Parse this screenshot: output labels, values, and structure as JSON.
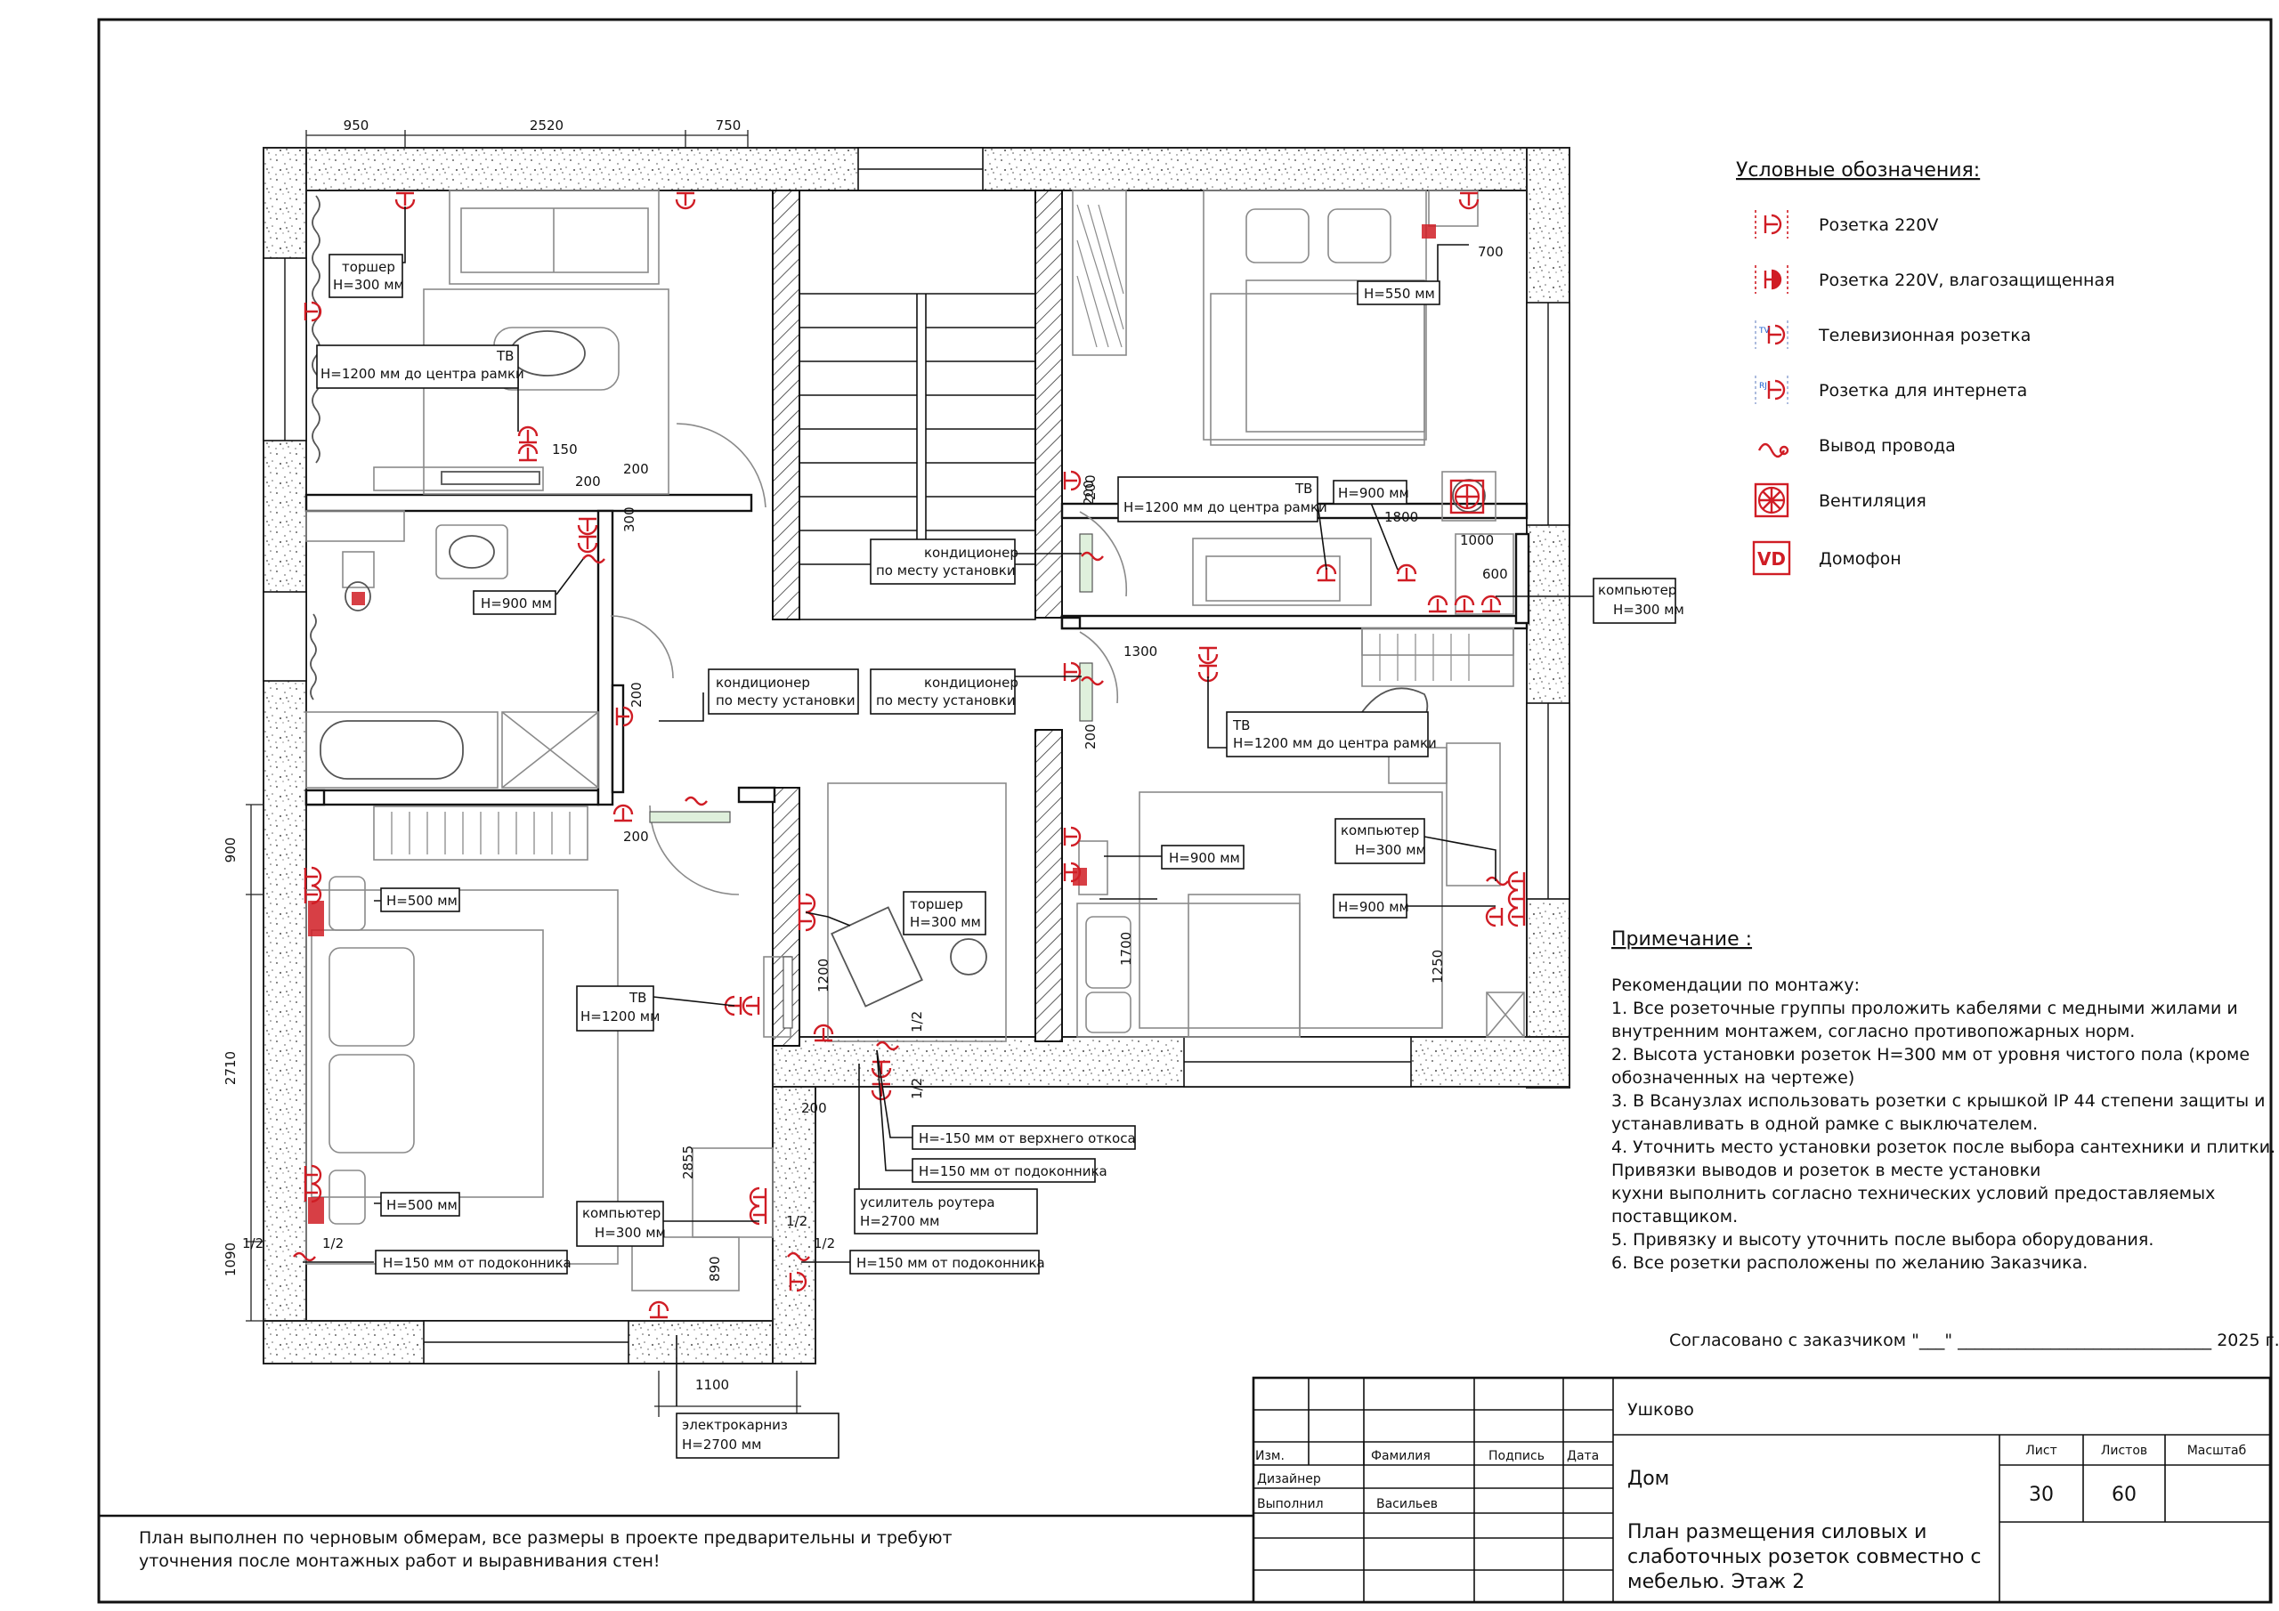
{
  "legend": {
    "title": "Условные обозначения:",
    "items": [
      {
        "icon": "socket-220v-icon",
        "label": "Розетка 220V"
      },
      {
        "icon": "socket-waterproof-icon",
        "label": "Розетка 220V, влагозащищенная"
      },
      {
        "icon": "tv-socket-icon",
        "label": "Телевизионная розетка"
      },
      {
        "icon": "internet-socket-icon",
        "label": "Розетка для интернета"
      },
      {
        "icon": "wire-outlet-icon",
        "label": "Вывод провода"
      },
      {
        "icon": "ventilation-icon",
        "label": "Вентиляция"
      },
      {
        "icon": "intercom-icon",
        "label": "Домофон",
        "badge": "VD"
      }
    ]
  },
  "notes": {
    "title": "Примечание :",
    "lines": [
      "Рекомендации по монтажу:",
      "1. Все розеточные группы проложить кабелями с медными жилами и",
      "внутренним монтажем, согласно противопожарных норм.",
      "2. Высота установки розеток Н=300 мм от уровня чистого пола (кроме",
      "обозначенных на чертеже)",
      "3. В Всанузлах использовать розетки с крышкой IP 44 степени защиты и",
      "устанавливать в одной рамке с выключателем.",
      "4. Уточнить место установки розеток после выбора сантехники и плитки.",
      "Привязки выводов и розеток в месте установки",
      "кухни выполнить согласно технических условий предоставляемых",
      "поставщиком.",
      "5. Привязку и высоту уточнить после выбора оборудования.",
      "6. Все розетки расположены по желанию Заказчика."
    ]
  },
  "approval": {
    "text": "Согласовано с заказчиком \"___\" ______________________________ 2025 г."
  },
  "footer_note": [
    "План выполнен по черновым обмерам, все размеры в проекте предварительны и требуют",
    "уточнения после монтажных работ и выравнивания стен!"
  ],
  "title_block": {
    "project": "Ушково",
    "object": "Дом",
    "drawing_title": [
      "План размещения силовых и",
      "слаботочных розеток совместно с",
      "мебелью. Этаж 2"
    ],
    "headers": {
      "izm": "Изм.",
      "surname": "Фамилия",
      "signature": "Подпись",
      "date": "Дата",
      "sheet": "Лист",
      "sheets": "Листов",
      "scale": "Масштаб"
    },
    "roles": [
      {
        "role": "Дизайнер",
        "name": ""
      },
      {
        "role": "Выполнил",
        "name": "Васильев"
      }
    ],
    "sheet_no": "30",
    "sheets_total": "60"
  },
  "dimensions": {
    "top": [
      "950",
      "2520",
      "750"
    ],
    "left": [
      "900",
      "2710",
      "1090"
    ],
    "bottom": "1100",
    "inner": [
      "150",
      "200",
      "200",
      "300",
      "200",
      "200",
      "200",
      "1200",
      "1/2",
      "1/2",
      "200",
      "890",
      "2855",
      "1/2",
      "1/2",
      "1/2",
      "1/2",
      "700",
      "1800",
      "1000",
      "600",
      "200",
      "1300",
      "200",
      "1700",
      "1250"
    ]
  },
  "tags": [
    {
      "id": "t1",
      "lines": [
        "торшер",
        "Н=300 мм"
      ]
    },
    {
      "id": "t2",
      "lines": [
        "ТВ",
        "Н=1200 мм до центра рамки"
      ]
    },
    {
      "id": "t3",
      "lines": [
        "Н=900 мм"
      ]
    },
    {
      "id": "t4",
      "lines": [
        "кондиционер",
        "по месту установки"
      ]
    },
    {
      "id": "t5",
      "lines": [
        "кондиционер",
        "по месту установки"
      ]
    },
    {
      "id": "t6",
      "lines": [
        "кондиционер",
        "по месту установки"
      ]
    },
    {
      "id": "t7",
      "lines": [
        "Н=550 мм"
      ]
    },
    {
      "id": "t8",
      "lines": [
        "ТВ",
        "Н=1200 мм до центра рамки"
      ]
    },
    {
      "id": "t9",
      "lines": [
        "Н=900 мм"
      ]
    },
    {
      "id": "t10",
      "lines": [
        "компьютер",
        "Н=300 мм"
      ]
    },
    {
      "id": "t11",
      "lines": [
        "ТВ",
        "Н=1200 мм до центра рамки"
      ]
    },
    {
      "id": "t12",
      "lines": [
        "компьютер",
        "Н=300 мм"
      ]
    },
    {
      "id": "t13",
      "lines": [
        "Н=900 мм"
      ]
    },
    {
      "id": "t14",
      "lines": [
        "Н=900 мм"
      ]
    },
    {
      "id": "t15",
      "lines": [
        "Н=500 мм"
      ]
    },
    {
      "id": "t16",
      "lines": [
        "ТВ",
        "Н=1200 мм"
      ]
    },
    {
      "id": "t17",
      "lines": [
        "торшер",
        "Н=300 мм"
      ]
    },
    {
      "id": "t18",
      "lines": [
        "Н=-150 мм от верхнего откоса"
      ]
    },
    {
      "id": "t19",
      "lines": [
        "Н=150 мм от подоконника"
      ]
    },
    {
      "id": "t20",
      "lines": [
        "усилитель роутера",
        "Н=2700 мм"
      ]
    },
    {
      "id": "t21",
      "lines": [
        "Н=500 мм"
      ]
    },
    {
      "id": "t22",
      "lines": [
        "компьютер",
        "Н=300 мм"
      ]
    },
    {
      "id": "t23",
      "lines": [
        "Н=150 мм от подоконника"
      ]
    },
    {
      "id": "t24",
      "lines": [
        "Н=150 мм от подоконника"
      ]
    },
    {
      "id": "t25",
      "lines": [
        "электрокарниз",
        "Н=2700 мм"
      ]
    }
  ]
}
